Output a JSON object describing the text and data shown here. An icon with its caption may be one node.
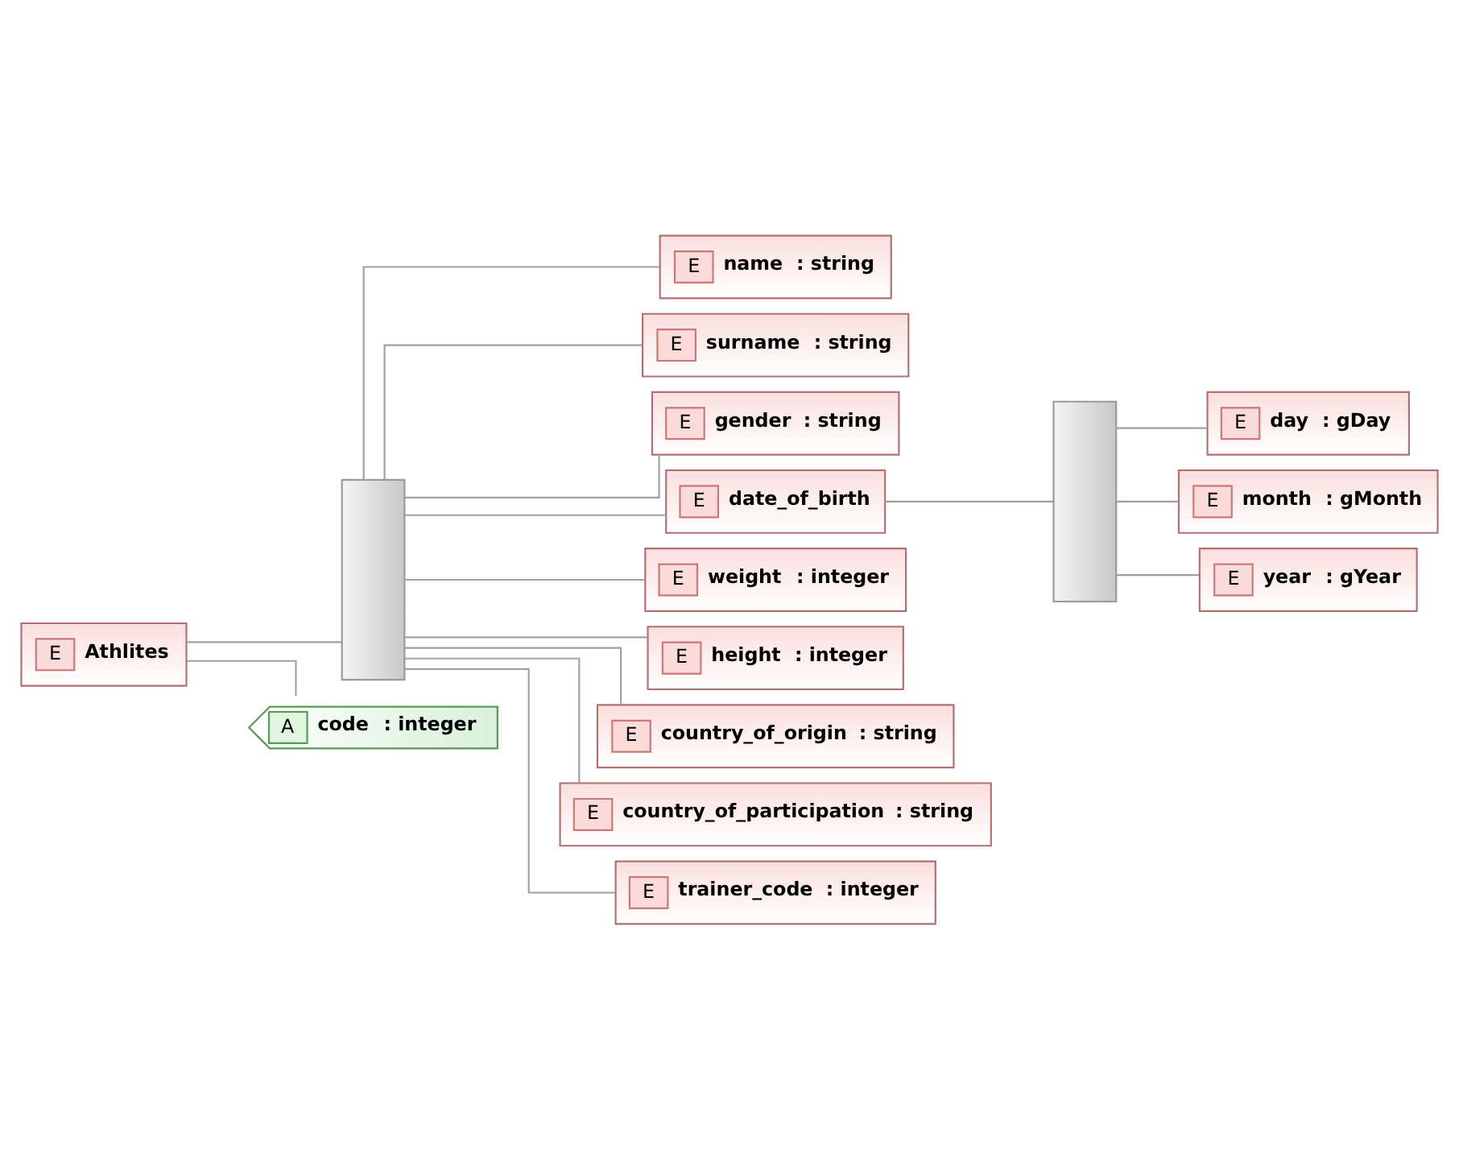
{
  "diagram": {
    "nodes": [
      {
        "text": [
          "E",
          "Athlites"
        ]
      },
      {
        "text": [],
        "shape": "bar"
      },
      {
        "text": [
          "E",
          "name",
          ": string"
        ]
      },
      {
        "text": [
          "E",
          "surname",
          ": string"
        ]
      },
      {
        "text": [
          "E",
          "gender",
          ": string"
        ]
      },
      {
        "text": [
          "E",
          "date_of_birth"
        ]
      },
      {
        "text": [],
        "shape": "bar"
      },
      {
        "text": [
          "E",
          "day",
          ": gDay"
        ]
      },
      {
        "text": [
          "E",
          "month",
          ": gMonth"
        ]
      },
      {
        "text": [
          "E",
          "year",
          ": gYear"
        ]
      },
      {
        "text": [
          "E",
          "weight",
          ": integer"
        ]
      },
      {
        "text": [
          "E",
          "height",
          ": integer"
        ]
      },
      {
        "text": [
          "E",
          "country_of_origin",
          ": string"
        ]
      },
      {
        "text": [
          "E",
          "country_of_participation",
          ": string"
        ]
      },
      {
        "text": [
          "E",
          "trainer_code",
          ": integer"
        ]
      },
      {
        "text": [
          "A",
          "code",
          ": integer"
        ]
      }
    ],
    "edges": [
      {
        "from": 0,
        "to": 1,
        "arrow": "none"
      },
      {
        "from": 1,
        "to": 2,
        "arrow": "none"
      },
      {
        "from": 1,
        "to": 3,
        "arrow": "none"
      },
      {
        "from": 1,
        "to": 4,
        "arrow": "none"
      },
      {
        "from": 1,
        "to": 5,
        "arrow": "none"
      },
      {
        "from": 5,
        "to": 6,
        "arrow": "none"
      },
      {
        "from": 6,
        "to": 7,
        "arrow": "none"
      },
      {
        "from": 6,
        "to": 8,
        "arrow": "none"
      },
      {
        "from": 6,
        "to": 9,
        "arrow": "none"
      },
      {
        "from": 1,
        "to": 10,
        "arrow": "none"
      },
      {
        "from": 1,
        "to": 11,
        "arrow": "none"
      },
      {
        "from": 1,
        "to": 12,
        "arrow": "none"
      },
      {
        "from": 1,
        "to": 13,
        "arrow": "none"
      },
      {
        "from": 1,
        "to": 14,
        "arrow": "none"
      },
      {
        "from": 0,
        "to": 15,
        "arrow": "none"
      }
    ]
  }
}
